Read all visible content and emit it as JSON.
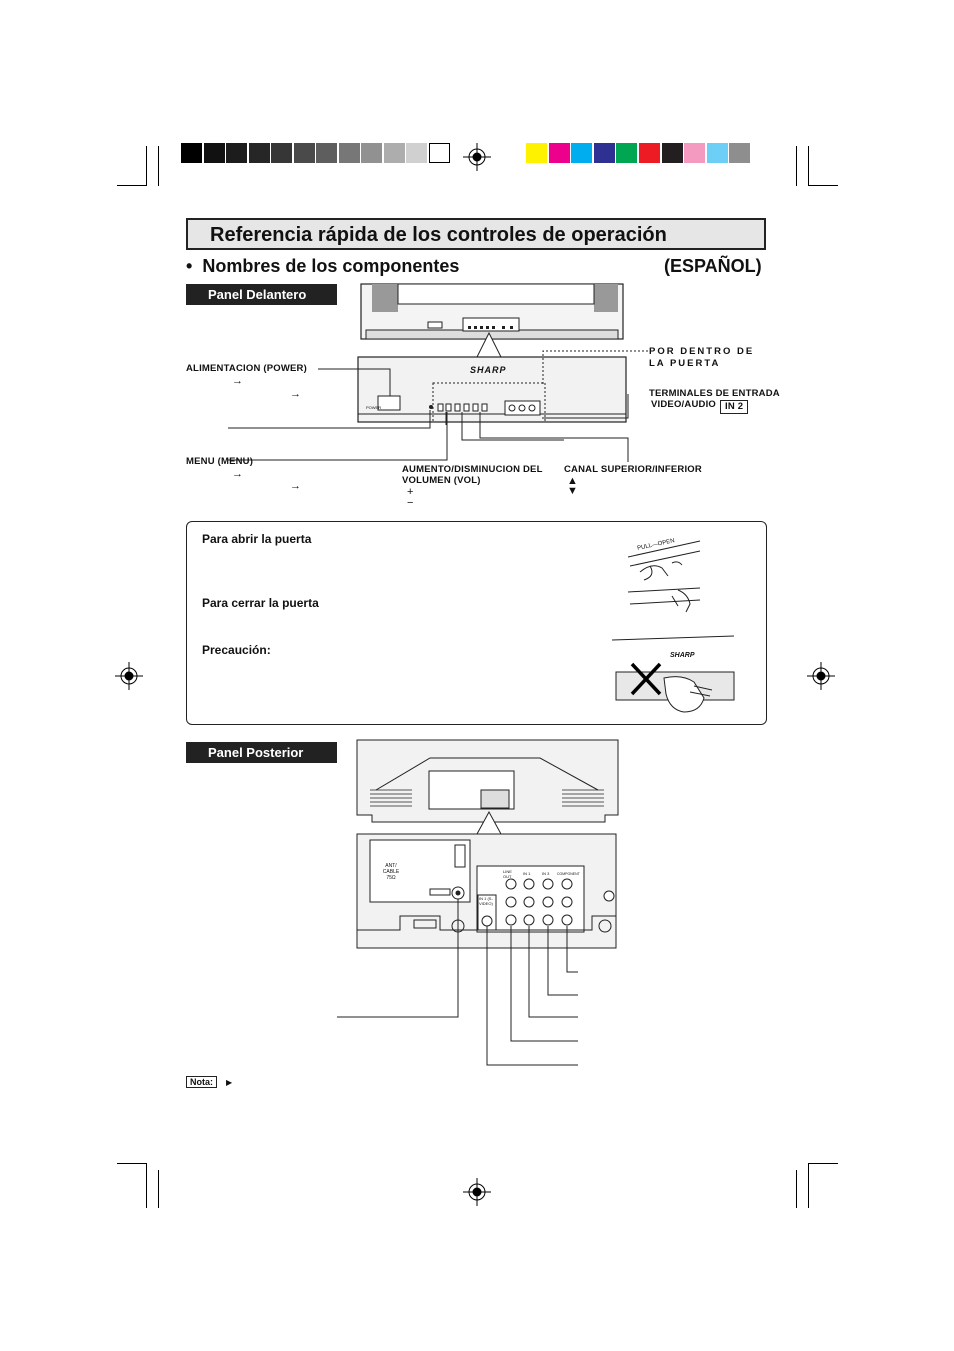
{
  "colors": {
    "gray_bar": [
      "#000000",
      "#111111",
      "#1c1c1c",
      "#262626",
      "#363636",
      "#4a4a4a",
      "#5e5e5e",
      "#777777",
      "#919191",
      "#adadad",
      "#d0d0d0",
      "#ffffff"
    ],
    "color_bar": [
      "#fff200",
      "#ec008c",
      "#00aeef",
      "#2e3192",
      "#00a651",
      "#ed1c24",
      "#231f20",
      "#f49ac1",
      "#6dcff6",
      "#8e8e8e"
    ]
  },
  "header": {
    "title": "Referencia rápida de los controles de operación",
    "bullet": "•",
    "subtitle": "Nombres de los componentes",
    "language": "(ESPAÑOL)"
  },
  "front": {
    "panel_label": "Panel Delantero",
    "brand": "SHARP",
    "power_label": "ALIMENTACION (POWER)",
    "power_arrow1": "→",
    "power_arrow2": "→",
    "power_button_text": "POWER",
    "inside_door_label": "POR DENTRO DE LA PUERTA",
    "input_terminals_label": "TERMINALES DE ENTRADA",
    "input_terminals_sub": "VIDEO/AUDIO",
    "input_badge": "IN 2",
    "menu_label": "MENU (MENU)",
    "menu_arrow1": "→",
    "menu_arrow2": "→",
    "volume_label_1": "AUMENTO/DISMINUCION DEL",
    "volume_label_2": "VOLUMEN (VOL)",
    "vol_plus": "+",
    "vol_minus": "−",
    "channel_label": "CANAL SUPERIOR/INFERIOR",
    "ch_up": "▲",
    "ch_down": "▼"
  },
  "door": {
    "open_heading": "Para abrir la puerta",
    "close_heading": "Para cerrar la puerta",
    "caution_heading": "Precaución:",
    "pull_text": "PULL—OPEN",
    "brand": "SHARP"
  },
  "rear": {
    "panel_label": "Panel Posterior",
    "ant_label_1": "ANT/",
    "ant_label_2": "CABLE",
    "ant_label_3": "75Ω",
    "in1_svideo": "IN 1 (S-VIDEO)",
    "line_out": "LINE OUT",
    "in1": "IN 1",
    "in3": "IN 3",
    "component": "COMPONENT"
  },
  "footer": {
    "nota": "Nota:"
  }
}
